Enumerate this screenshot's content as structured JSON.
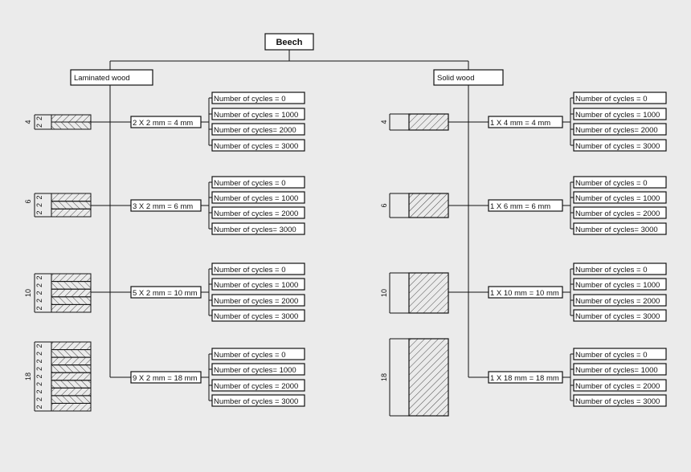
{
  "root": "Beech",
  "branches": [
    {
      "label": "Laminated wood",
      "type": "laminated",
      "groups": [
        {
          "thickness": "4",
          "layers": [
            "2",
            "2"
          ],
          "label": "2 X 2 mm = 4 mm",
          "cycles": [
            "Number of cycles = 0",
            "Number of cycles = 1000",
            "Number of cycles= 2000",
            "Number of cycles = 3000"
          ]
        },
        {
          "thickness": "6",
          "layers": [
            "2",
            "2",
            "2"
          ],
          "label": "3 X 2 mm = 6 mm",
          "cycles": [
            "Number of cycles = 0",
            "Number of cycles = 1000",
            "Number of cycles = 2000",
            "Number of cycles= 3000"
          ]
        },
        {
          "thickness": "10",
          "layers": [
            "2",
            "2",
            "2",
            "2",
            "2"
          ],
          "label": "5 X 2 mm = 10 mm",
          "cycles": [
            "Number of cycles = 0",
            "Number of cycles = 1000",
            "Number of cycles = 2000",
            "Number of cycles = 3000"
          ]
        },
        {
          "thickness": "18",
          "layers": [
            "2",
            "2",
            "2",
            "2",
            "2",
            "2",
            "2",
            "2",
            "2"
          ],
          "label": "9 X 2 mm = 18 mm",
          "cycles": [
            "Number of cycles = 0",
            "Number of cycles= 1000",
            "Number of cycles = 2000",
            "Number of cycles = 3000"
          ]
        }
      ]
    },
    {
      "label": "Solid wood",
      "type": "solid",
      "groups": [
        {
          "thickness": "4",
          "label": "1 X 4 mm = 4 mm",
          "cycles": [
            "Number of cycles = 0",
            "Number of cycles = 1000",
            "Number of cycles= 2000",
            "Number of cycles = 3000"
          ]
        },
        {
          "thickness": "6",
          "label": "1 X 6 mm = 6 mm",
          "cycles": [
            "Number of cycles = 0",
            "Number of cycles = 1000",
            "Number of cycles = 2000",
            "Number of cycles= 3000"
          ]
        },
        {
          "thickness": "10",
          "label": "1 X 10 mm = 10 mm",
          "cycles": [
            "Number of cycles = 0",
            "Number of cycles = 1000",
            "Number of cycles = 2000",
            "Number of cycles = 3000"
          ]
        },
        {
          "thickness": "18",
          "label": "1 X 18 mm = 18 mm",
          "cycles": [
            "Number of cycles = 0",
            "Number of cycles= 1000",
            "Number of cycles = 2000",
            "Number of cycles = 3000"
          ]
        }
      ]
    }
  ]
}
